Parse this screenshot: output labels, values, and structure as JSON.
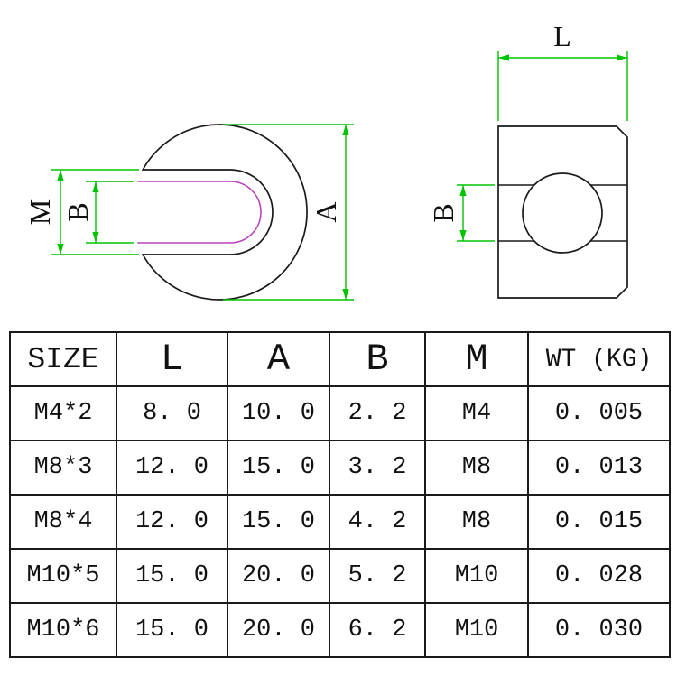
{
  "diagram": {
    "front_view": {
      "dim_m_label": "M",
      "dim_b_label": "B",
      "dim_a_label": "A"
    },
    "side_view": {
      "dim_l_label": "L",
      "dim_b_label": "B"
    },
    "colors": {
      "dimension_green": "#00c300",
      "thread_magenta": "#bb44bb",
      "outline_black": "#1a1a1a"
    }
  },
  "table": {
    "headers": [
      "SIZE",
      "L",
      "A",
      "B",
      "M",
      "WT (KG)"
    ],
    "rows": [
      [
        "M4*2",
        "8. 0",
        "10. 0",
        "2. 2",
        "M4",
        "0. 005"
      ],
      [
        "M8*3",
        "12. 0",
        "15. 0",
        "3. 2",
        "M8",
        "0. 013"
      ],
      [
        "M8*4",
        "12. 0",
        "15. 0",
        "4. 2",
        "M8",
        "0. 015"
      ],
      [
        "M10*5",
        "15. 0",
        "20. 0",
        "5. 2",
        "M10",
        "0. 028"
      ],
      [
        "M10*6",
        "15. 0",
        "20. 0",
        "6. 2",
        "M10",
        "0. 030"
      ]
    ]
  }
}
